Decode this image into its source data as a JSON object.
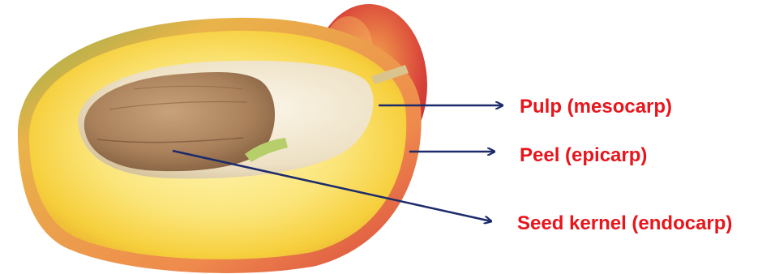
{
  "labels": {
    "pulp": "Pulp (mesocarp)",
    "peel": "Peel (epicarp)",
    "seed": "Seed kernel (endocarp)"
  },
  "colors": {
    "label_text": "#e8151b",
    "arrow": "#1c2b6b",
    "peel_red": "#d9443a",
    "flesh_yellow": "#f7d84a",
    "seed_brown": "#a9805a",
    "husk_cream": "#efe6cf"
  },
  "icons": {
    "fruit": "mango-half-illustration",
    "arrow": "right-arrow-icon"
  }
}
